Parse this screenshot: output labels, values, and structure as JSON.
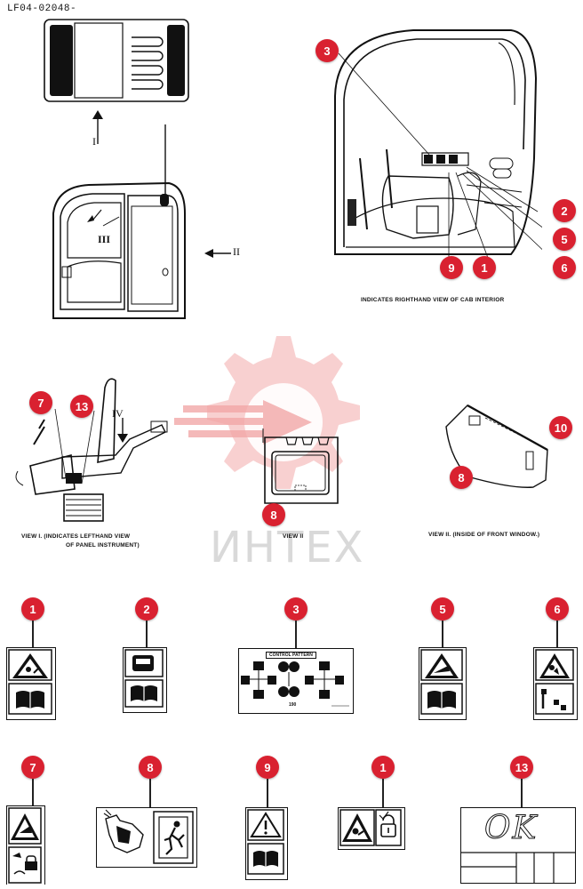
{
  "drawing_code": "LF04-02048-",
  "view_markers": {
    "i": "I",
    "ii": "II",
    "iii": "III",
    "iv": "IV"
  },
  "captions": {
    "cab_interior": "INDICATES RIGHTHAND VIEW OF CAB INTERIOR",
    "view1_line1": "VIEW I. (INDICATES LEFTHAND VIEW",
    "view1_line2": "OF PANEL INSTRUMENT)",
    "view3": "VIEW II",
    "view2": "VIEW II. (INSIDE OF FRONT WINDOW.)"
  },
  "watermark": "ИНТЕХ",
  "callouts_top": {
    "c3": "3",
    "c2": "2",
    "c5": "5",
    "c6": "6",
    "c9": "9",
    "c1": "1",
    "c7": "7",
    "c13": "13",
    "c8a": "8",
    "c10": "10",
    "c8b": "8"
  },
  "decal_callouts": {
    "d1": "1",
    "d2": "2",
    "d3": "3",
    "d5": "5",
    "d6": "6",
    "d7": "7",
    "d8": "8",
    "d9": "9",
    "d1b": "1",
    "d13": "13"
  },
  "decal3_text": {
    "header": "CONTROL PATTERN",
    "footer": "190"
  },
  "decal13_text": "OK",
  "colors": {
    "callout": "#d92130",
    "line": "#111111",
    "watermark": "#f2b4b4"
  }
}
